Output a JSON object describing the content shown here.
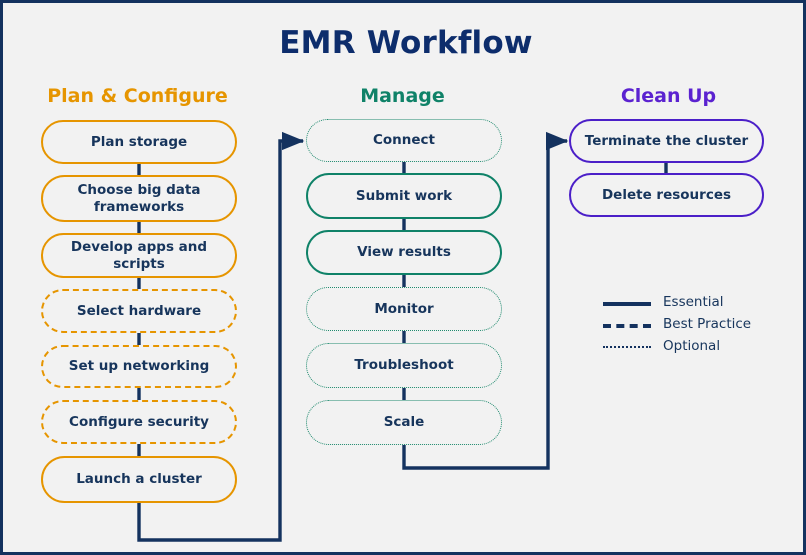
{
  "title": "EMR Workflow",
  "colors": {
    "background": "#f2f2f2",
    "frame_border": "#14325f",
    "title_text": "#0d2d6c",
    "plan_accent": "#e69500",
    "manage_accent": "#0f8268",
    "cleanup_accent": "#4b1fc8",
    "connector": "#14325f",
    "node_text": "#17355c"
  },
  "columns": [
    {
      "id": "plan",
      "header": "Plan & Configure",
      "accent": "#e69500",
      "nodes": [
        {
          "label": "Plan storage",
          "line_style": "solid"
        },
        {
          "label": "Choose big data frameworks",
          "line_style": "solid"
        },
        {
          "label": "Develop apps and scripts",
          "line_style": "solid"
        },
        {
          "label": "Select hardware",
          "line_style": "dashed"
        },
        {
          "label": "Set up networking",
          "line_style": "dashed"
        },
        {
          "label": "Configure security",
          "line_style": "dashed"
        },
        {
          "label": "Launch a cluster",
          "line_style": "solid"
        }
      ]
    },
    {
      "id": "manage",
      "header": "Manage",
      "accent": "#0f8268",
      "nodes": [
        {
          "label": "Connect",
          "line_style": "dotted"
        },
        {
          "label": "Submit work",
          "line_style": "solid"
        },
        {
          "label": "View results",
          "line_style": "solid"
        },
        {
          "label": "Monitor",
          "line_style": "dotted"
        },
        {
          "label": "Troubleshoot",
          "line_style": "dotted"
        },
        {
          "label": "Scale",
          "line_style": "dotted"
        }
      ]
    },
    {
      "id": "cleanup",
      "header": "Clean Up",
      "accent": "#4b1fc8",
      "nodes": [
        {
          "label": "Terminate the cluster",
          "line_style": "solid"
        },
        {
          "label": "Delete resources",
          "line_style": "solid"
        }
      ]
    }
  ],
  "legend": [
    {
      "label": "Essential",
      "line_style": "solid"
    },
    {
      "label": "Best Practice",
      "line_style": "dashed"
    },
    {
      "label": "Optional",
      "line_style": "dotted"
    }
  ]
}
